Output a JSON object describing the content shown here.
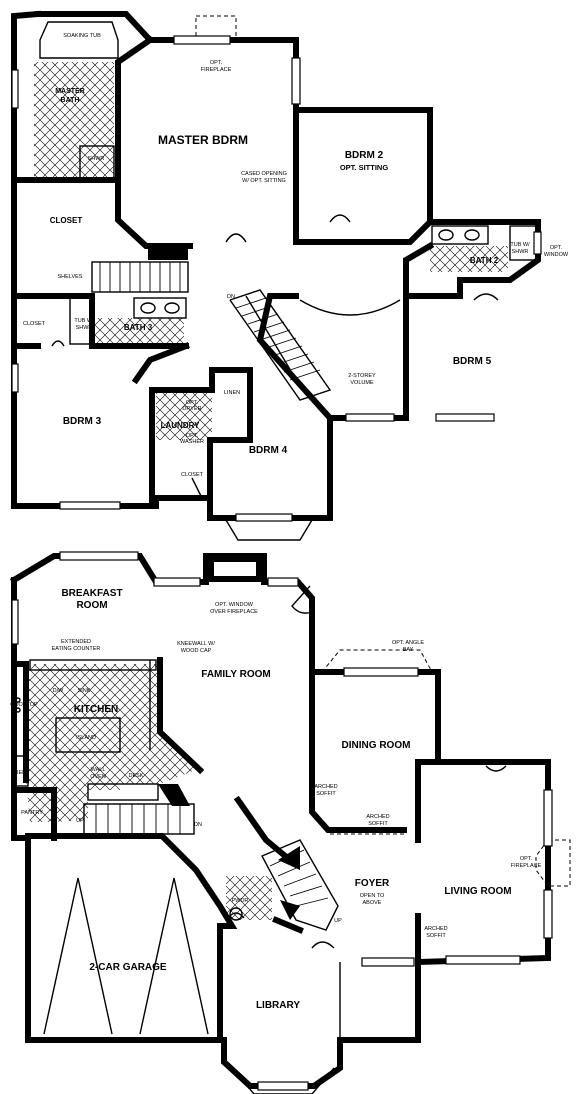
{
  "upper_floor": {
    "rooms": {
      "soaking_tub": "SOAKING TUB",
      "master_bath": [
        "MASTER",
        "BATH"
      ],
      "shwr": "SHWR",
      "closet_master": "CLOSET",
      "shelves": "SHELVES",
      "master_bdrm": "MASTER BDRM",
      "opt_fireplace": [
        "OPT.",
        "FIREPLACE"
      ],
      "cased_opening": [
        "CASED OPENING",
        "W/ OPT. SITTING"
      ],
      "bdrm2": "BDRM 2",
      "opt_sitting": "OPT. SITTING",
      "bath2": "BATH 2",
      "tub_shwr_2": [
        "TUB W/",
        "SHWR"
      ],
      "opt_window": [
        "OPT.",
        "WINDOW"
      ],
      "closet_bdrm3": "CLOSET",
      "tub_shwr_3": [
        "TUB W/",
        "SHWR"
      ],
      "bath3": "BATH 3",
      "dn": "DN",
      "two_storey": [
        "2-STOREY",
        "VOLUME"
      ],
      "bdrm5": "BDRM 5",
      "bdrm3": "BDRM 3",
      "opt_dryer": [
        "OPT.",
        "DRYER"
      ],
      "laundry": "LAUNDRY",
      "opt_washer": [
        "OPT.",
        "WASHER"
      ],
      "linen": "LINEN",
      "bdrm4": "BDRM 4",
      "closet_bdrm4": "CLOSET"
    }
  },
  "main_floor": {
    "rooms": {
      "breakfast_room": [
        "BREAKFAST",
        "ROOM"
      ],
      "opt_window_fireplace": [
        "OPT. WINDOW",
        "OVER FIREPLACE"
      ],
      "extended_counter": [
        "EXTENDED",
        "EATING COUNTER"
      ],
      "kneewall": [
        "KNEEWALL W/",
        "WOOD CAP"
      ],
      "family_room": "FAMILY ROOM",
      "opt_angle_bay": [
        "OPT. ANGLE",
        "BAY"
      ],
      "cooktop": "COOKTOP",
      "sink": "SINK",
      "dw": "D/W",
      "kitchen": "KITCHEN",
      "island": "ISLAND",
      "ref": "REF",
      "wall_oven": [
        "WALL",
        "OVEN"
      ],
      "desk": "DESK",
      "pantry": "PANTRY",
      "up_kitchen": "UP",
      "dn_main": "DN",
      "dining_room": "DINING ROOM",
      "arched_soffit_1": [
        "ARCHED",
        "SOFFIT"
      ],
      "arched_soffit_2": [
        "ARCHED",
        "SOFFIT"
      ],
      "arched_soffit_3": [
        "ARCHED",
        "SOFFIT"
      ],
      "opt_fireplace_living": [
        "OPT.",
        "FIREPLACE"
      ],
      "foyer": "FOYER",
      "open_to_above": [
        "OPEN TO",
        "ABOVE"
      ],
      "living_room": "LIVING ROOM",
      "pwdr": "PWDR",
      "up_foyer": "UP",
      "garage": "2-CAR GARAGE",
      "library": "LIBRARY"
    }
  }
}
